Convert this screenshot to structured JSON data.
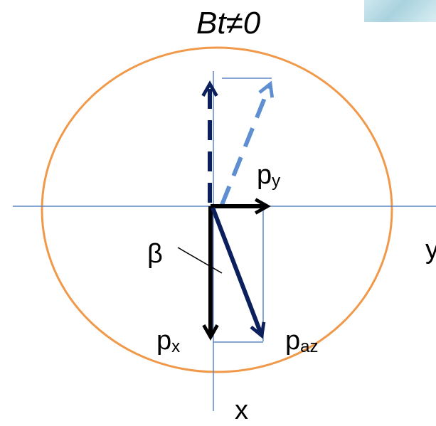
{
  "title": "Bt≠0",
  "labels": {
    "py_main": "p",
    "py_sub": "y",
    "px_main": "p",
    "px_sub": "x",
    "paz_main": "p",
    "paz_sub": "az",
    "beta": "β",
    "y_axis": "y",
    "x_axis": "x"
  },
  "colors": {
    "ellipse": "#f0994a",
    "axes": "#5b86c5",
    "dark_arrow": "#0b1f5c",
    "black_arrow": "#000000",
    "light_arrow": "#5f8fd0",
    "corner_decor": "#b7dbe4"
  }
}
